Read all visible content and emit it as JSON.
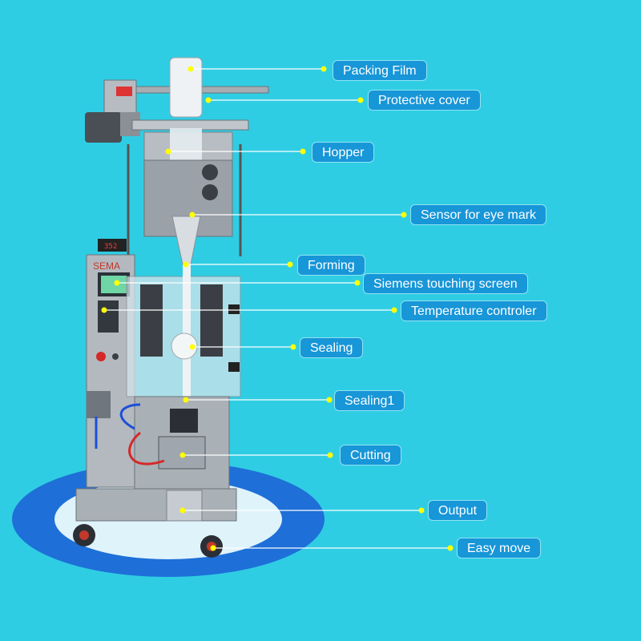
{
  "diagram": {
    "background": "#2fcde3",
    "label_color": "#1796d8",
    "dot_color": "#ffff00",
    "labels": [
      {
        "id": "packing-film",
        "text": "Packing Film"
      },
      {
        "id": "protective-cover",
        "text": "Protective cover"
      },
      {
        "id": "hopper",
        "text": "Hopper"
      },
      {
        "id": "sensor-eye-mark",
        "text": "Sensor for eye mark"
      },
      {
        "id": "forming",
        "text": "Forming"
      },
      {
        "id": "siemens-screen",
        "text": "Siemens touching screen"
      },
      {
        "id": "temperature-controler",
        "text": "Temperature controler"
      },
      {
        "id": "sealing",
        "text": "Sealing"
      },
      {
        "id": "sealing1",
        "text": "Sealing1"
      },
      {
        "id": "cutting",
        "text": "Cutting"
      },
      {
        "id": "output",
        "text": "Output"
      },
      {
        "id": "easy-move",
        "text": "Easy move"
      }
    ],
    "machine_brand": "SEMA",
    "panel_display": "352"
  }
}
